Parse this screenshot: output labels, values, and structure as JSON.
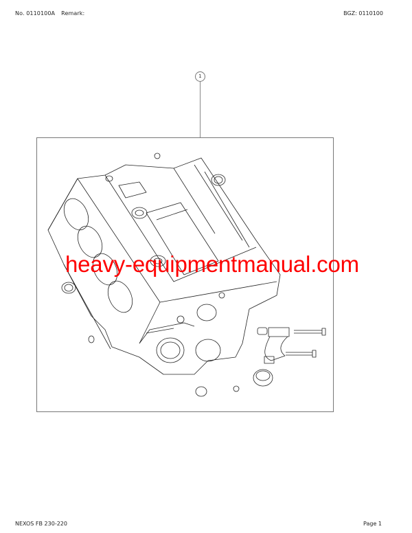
{
  "header": {
    "number_label": "No. 0110100A",
    "remark_label": "Remark:",
    "bgz_label": "BGZ: 0110100"
  },
  "illustration": {
    "callout_number": "1",
    "subject": "engine-block-exploded-view",
    "watermark": "heavy-equipmentmanual.com",
    "watermark_color": "#ff0000"
  },
  "footer": {
    "model": "NEXOS FB 230-220",
    "page": "Page 1"
  }
}
